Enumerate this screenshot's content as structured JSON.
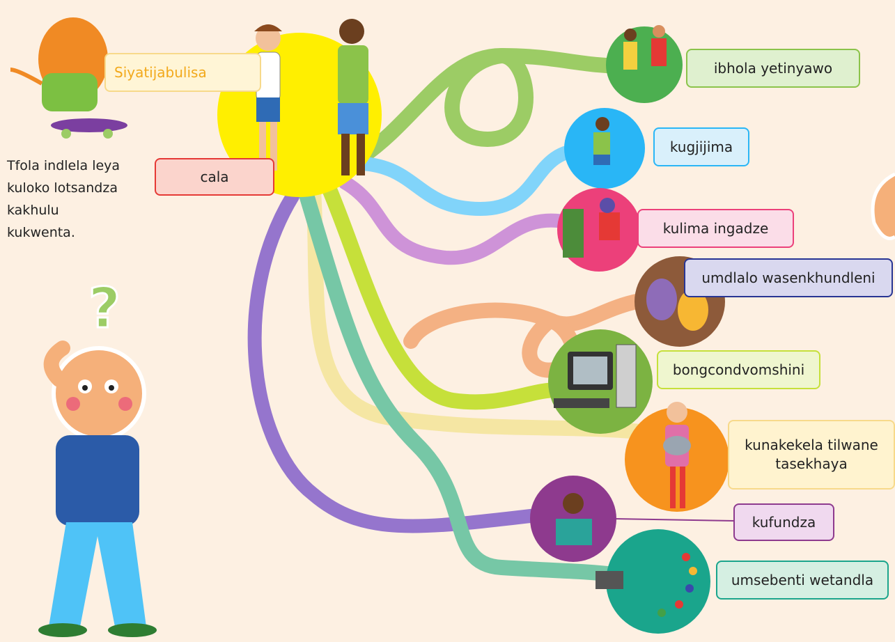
{
  "speech": "Siyatijabulisa",
  "instruction_lines": [
    "Tfola indlela leya",
    "kuloko lotsandza",
    "kakhulu",
    "kukwenta."
  ],
  "start_label": "cala",
  "question_mark": "?",
  "activities": [
    {
      "label": "ibhola yetinyawo",
      "circle_color": "#4caf50",
      "path_color": "#9ccc65"
    },
    {
      "label": "kugjijima",
      "circle_color": "#29b6f6",
      "path_color": "#81d4fa"
    },
    {
      "label": "kulima ingadze",
      "circle_color": "#ec407a",
      "path_color": "#ce93d8"
    },
    {
      "label": "umdlalo wasenkhundleni",
      "circle_color": "#8d5a3a",
      "path_color": "#f4b183"
    },
    {
      "label": "bongcondvomshini",
      "circle_color": "#7cb342",
      "path_color": "#c6e03a"
    },
    {
      "label": [
        "kunakekela tilwane",
        "tasekhaya"
      ],
      "circle_color": "#f7931e",
      "path_color": "#f5e6a3"
    },
    {
      "label": "kufundza",
      "circle_color": "#8e3a8e",
      "path_color": "#9575cd"
    },
    {
      "label": "umsebenti wetandla",
      "circle_color": "#1aa58c",
      "path_color": "#76c7a6"
    }
  ],
  "colors": {
    "background": "#fdf0e2",
    "start_circle": "#ffef00"
  }
}
